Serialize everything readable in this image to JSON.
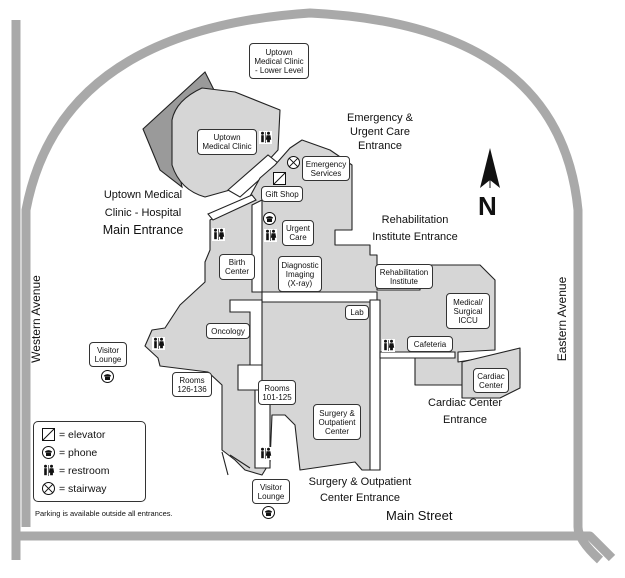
{
  "map": {
    "streets": {
      "west": "Western Avenue",
      "east": "Eastern Avenue",
      "south": "Main Street"
    },
    "rooms": {
      "uptown_lower": "Uptown Medical Clinic - Lower Level",
      "uptown_clinic": "Uptown Medical Clinic",
      "emergency_services": "Emergency Services",
      "gift_shop": "Gift Shop",
      "urgent_care": "Urgent Care",
      "birth_center": "Birth Center",
      "diagnostic_imaging": "Diagnostic Imaging (X-ray)",
      "rehabilitation_institute": "Rehabilitation Institute",
      "medical_surgical_iccu": "Medical/ Surgical ICCU",
      "lab": "Lab",
      "oncology": "Oncology",
      "cafeteria": "Cafeteria",
      "visitor_lounge_west": "Visitor Lounge",
      "rooms_126_136": "Rooms 126-136",
      "rooms_101_125": "Rooms 101-125",
      "surgery_outpatient_center": "Surgery & Outpatient Center",
      "cardiac_center": "Cardiac Center",
      "visitor_lounge_south": "Visitor Lounge"
    },
    "entrances": {
      "emergency_line1": "Emergency &",
      "emergency_line2": "Urgent Care",
      "emergency_line3": "Entrance",
      "uptown_line1": "Uptown Medical",
      "uptown_line2": "Clinic - Hospital",
      "main_entrance": "Main Entrance",
      "rehab_line1": "Rehabilitation",
      "rehab_line2": "Institute Entrance",
      "cardiac_line1": "Cardiac Center",
      "cardiac_line2": "Entrance",
      "surgery_line1": "Surgery & Outpatient",
      "surgery_line2": "Center Entrance"
    },
    "north_label": "N",
    "legend": {
      "elevator": "= elevator",
      "phone": "= phone",
      "restroom": "= restroom",
      "stairway": "= stairway"
    },
    "note": "Parking is available outside all entrances."
  }
}
